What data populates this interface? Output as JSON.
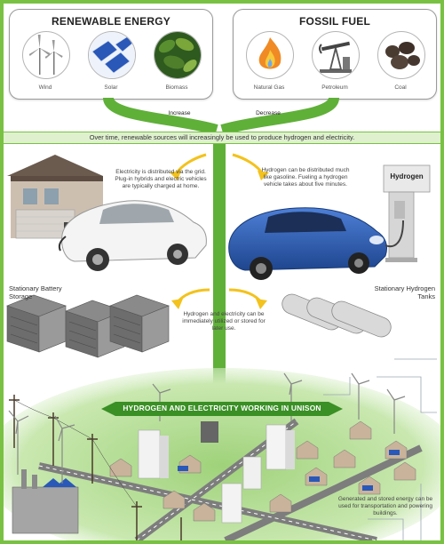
{
  "renewable": {
    "title": "RENEWABLE ENERGY",
    "items": [
      {
        "label": "Wind",
        "icon": "wind-turbine-icon"
      },
      {
        "label": "Solar",
        "icon": "solar-panel-icon"
      },
      {
        "label": "Biomass",
        "icon": "leaf-icon"
      }
    ],
    "trend": "Increase"
  },
  "fossil": {
    "title": "FOSSIL FUEL",
    "items": [
      {
        "label": "Natural Gas",
        "icon": "flame-icon"
      },
      {
        "label": "Petroleum",
        "icon": "oil-pump-icon"
      },
      {
        "label": "Coal",
        "icon": "coal-icon"
      }
    ],
    "trend": "Decrease"
  },
  "banner_text": "Over time, renewable sources will increasingly be used to produce hydrogen and electricity.",
  "grid_note": "Electricity is distributed via the grid. Plug-in hybrids and electric vehicles are typically charged at home.",
  "hydrogen_note": "Hydrogen can be distributed much like gasoline. Fueling a hydrogen vehicle takes about five minutes.",
  "pump_label": "Hydrogen",
  "battery_label": "Stationary Battery Storage",
  "tanks_label": "Stationary Hydrogen Tanks",
  "storage_note": "Hydrogen and electricity can be immediately utilized or stored for later use.",
  "unison_banner": "HYDROGEN AND ELECTRICITY WORKING IN UNISON",
  "city_note": "Generated and stored energy can be used for transportation and powering buildings.",
  "colors": {
    "accent_green": "#79c143",
    "arrow_green": "#5fb038",
    "yellow_arrow": "#f3c21c",
    "car_blue": "#2f5fb7"
  }
}
